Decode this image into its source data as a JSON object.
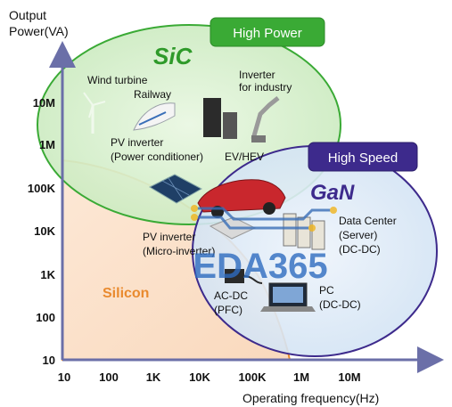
{
  "y_axis": {
    "title_line1": "Output",
    "title_line2": "Power(VA)",
    "ticks": [
      "10M",
      "1M",
      "100K",
      "10K",
      "1K",
      "100",
      "10"
    ]
  },
  "x_axis": {
    "title": "Operating  frequency(Hz)",
    "ticks": [
      "10",
      "100",
      "1K",
      "10K",
      "100K",
      "1M",
      "10M"
    ]
  },
  "regions": {
    "sic": {
      "label": "SiC",
      "badge": "High Power"
    },
    "gan": {
      "label": "GaN",
      "badge": "High Speed"
    },
    "silicon": {
      "label": "Silicon"
    }
  },
  "applications": {
    "wind_turbine": "Wind turbine",
    "railway": "Railway",
    "inverter_industry_1": "Inverter",
    "inverter_industry_2": "for industry",
    "pv_inverter_pc_1": "PV inverter",
    "pv_inverter_pc_2": "(Power conditioner)",
    "ev_hev": "EV/HEV",
    "data_center_1": "Data Center",
    "data_center_2": "(Server)",
    "data_center_3": "(DC-DC)",
    "pv_micro_1": "PV inverter",
    "pv_micro_2": "(Micro-inverter)",
    "ac_dc_1": "AC-DC",
    "ac_dc_2": "(PFC)",
    "pc_1": "PC",
    "pc_2": "(DC-DC)"
  },
  "watermark": "EDA365",
  "colors": {
    "sic_fill": "#d8efd0",
    "sic_stroke": "#3aaa35",
    "gan_fill": "#dce8f6",
    "gan_stroke": "#3d2a8c",
    "silicon_fill": "#fbe3cf",
    "silicon_stroke": "#e98a2e",
    "axis": "#6b6fa8"
  }
}
